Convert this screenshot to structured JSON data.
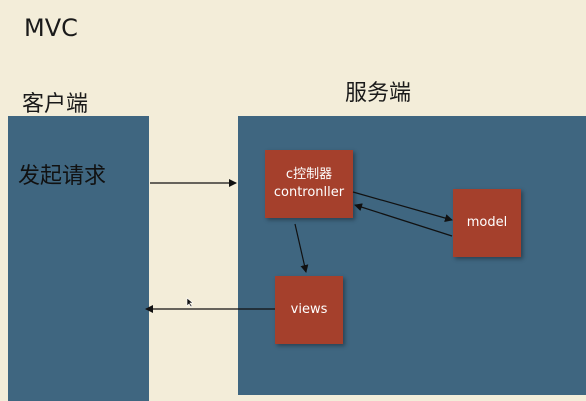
{
  "title": "MVC",
  "client": {
    "title": "客户端",
    "request": "发起请求"
  },
  "server": {
    "title": "服务端",
    "controller": {
      "line1": "c控制器",
      "line2": "contronller"
    },
    "model": "model",
    "views": "views"
  },
  "colors": {
    "background": "#f3edd9",
    "panel": "#3f6680",
    "box": "#a5402c"
  }
}
